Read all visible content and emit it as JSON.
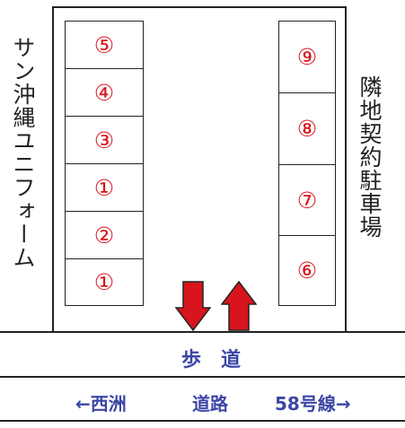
{
  "left_building": "サン沖縄ユニフォーム",
  "right_lot": "隣地契約駐車場",
  "left_column_slots": [
    "⑤",
    "④",
    "③",
    "①",
    "②",
    "①"
  ],
  "right_column_slots": [
    "⑨",
    "⑧",
    "⑦",
    "⑥"
  ],
  "sidewalk_label": "歩　道",
  "road": {
    "left": "←西洲",
    "center": "道路",
    "right": "58号線→"
  },
  "colors": {
    "slot_number": "#d8141c",
    "arrow_fill": "#d8141c",
    "road_text": "#3c46a6",
    "lines": "#222222"
  },
  "icons": [
    "arrow-down-icon",
    "arrow-up-icon"
  ]
}
